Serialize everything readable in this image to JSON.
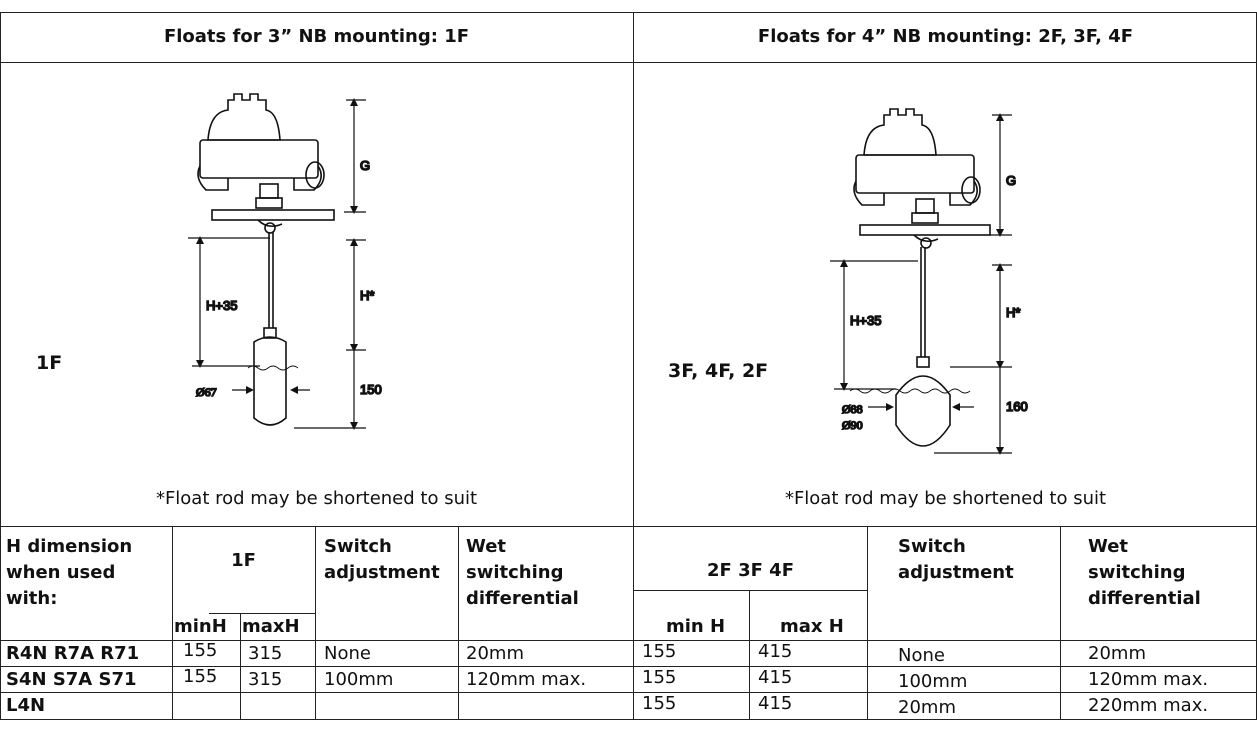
{
  "left_panel": {
    "heading": "Floats for 3” NB mounting: 1F",
    "model_label": "1F",
    "note": "*Float rod may be shortened to suit",
    "diagram": {
      "g_label": "G",
      "h35_label": "H+35",
      "h_label": "H*",
      "dia_label": "Ø67",
      "float_len_label": "150"
    }
  },
  "right_panel": {
    "heading": "Floats for 4” NB mounting: 2F, 3F, 4F",
    "model_label": "3F, 4F, 2F",
    "note": "*Float rod may be shortened to suit",
    "diagram": {
      "g_label": "G",
      "h35_label": "H+35",
      "h_label": "H*",
      "dia_label_1": "Ø88",
      "dia_label_2": "Ø90",
      "float_len_label": "160"
    }
  },
  "table": {
    "header": {
      "col0": [
        "H dimension",
        "when used",
        "with:"
      ],
      "group_1f": "1F",
      "minh_1f": "minH",
      "maxh_1f": "maxH",
      "switch_adj": [
        "Switch",
        "adjustment"
      ],
      "wet_diff": [
        "Wet",
        "switching",
        "differential"
      ],
      "group_234f": "2F 3F 4F",
      "minh_234f": "min H",
      "maxh_234f": "max H"
    },
    "rows": [
      {
        "model": "R4N R7A R71",
        "minh_1f": "155",
        "maxh_1f": "315",
        "switch_1f": "None",
        "wet_1f": "20mm",
        "minh_234f": "155",
        "maxh_234f": "415",
        "switch_234f": "None",
        "wet_234f": "20mm"
      },
      {
        "model": "S4N S7A S71",
        "minh_1f": "155",
        "maxh_1f": "315",
        "switch_1f": "100mm",
        "wet_1f": "120mm max.",
        "minh_234f": "155",
        "maxh_234f": "415",
        "switch_234f": "100mm",
        "wet_234f": "120mm max."
      },
      {
        "model": "L4N",
        "minh_1f": "",
        "maxh_1f": "",
        "switch_1f": "",
        "wet_1f": "",
        "minh_234f": "155",
        "maxh_234f": "415",
        "switch_234f": "20mm",
        "wet_234f": "220mm max."
      }
    ]
  }
}
